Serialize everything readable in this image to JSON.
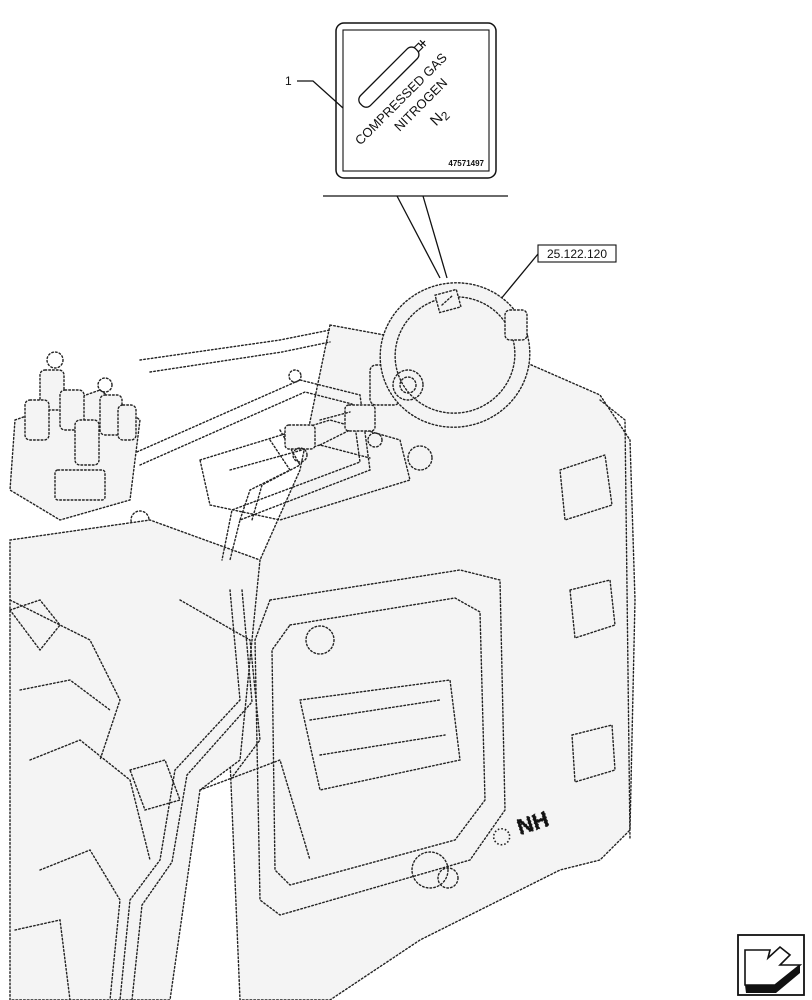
{
  "decal": {
    "line1": "COMPRESSED GAS",
    "line2": "NITROGEN",
    "line3": "N",
    "line3_sub": "2",
    "part_number": "47571497"
  },
  "callouts": {
    "item_1": "1",
    "reference": "25.122.120"
  },
  "brand_mark": "NH",
  "nav_icon": "next-page-arrow-icon"
}
